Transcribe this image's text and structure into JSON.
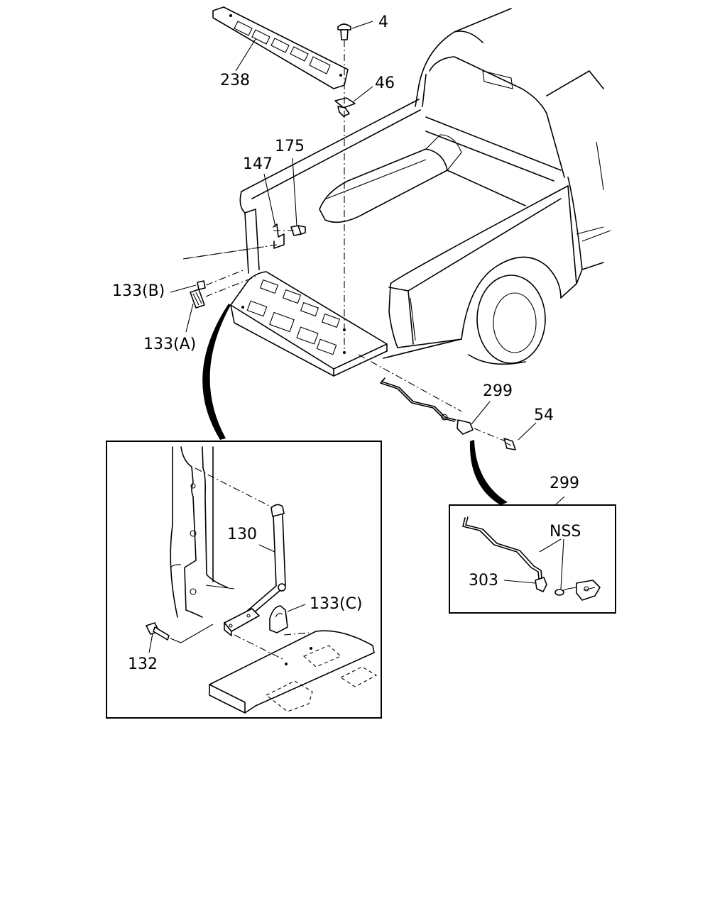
{
  "callouts": {
    "c4": "4",
    "c238": "238",
    "c46": "46",
    "c175": "175",
    "c147": "147",
    "c133b": "133(B)",
    "c133a": "133(A)",
    "c299": "299",
    "c54": "54",
    "c130": "130",
    "c133c": "133(C)",
    "c132": "132",
    "c299_detail": "299",
    "cNSS": "NSS",
    "c303": "303"
  }
}
